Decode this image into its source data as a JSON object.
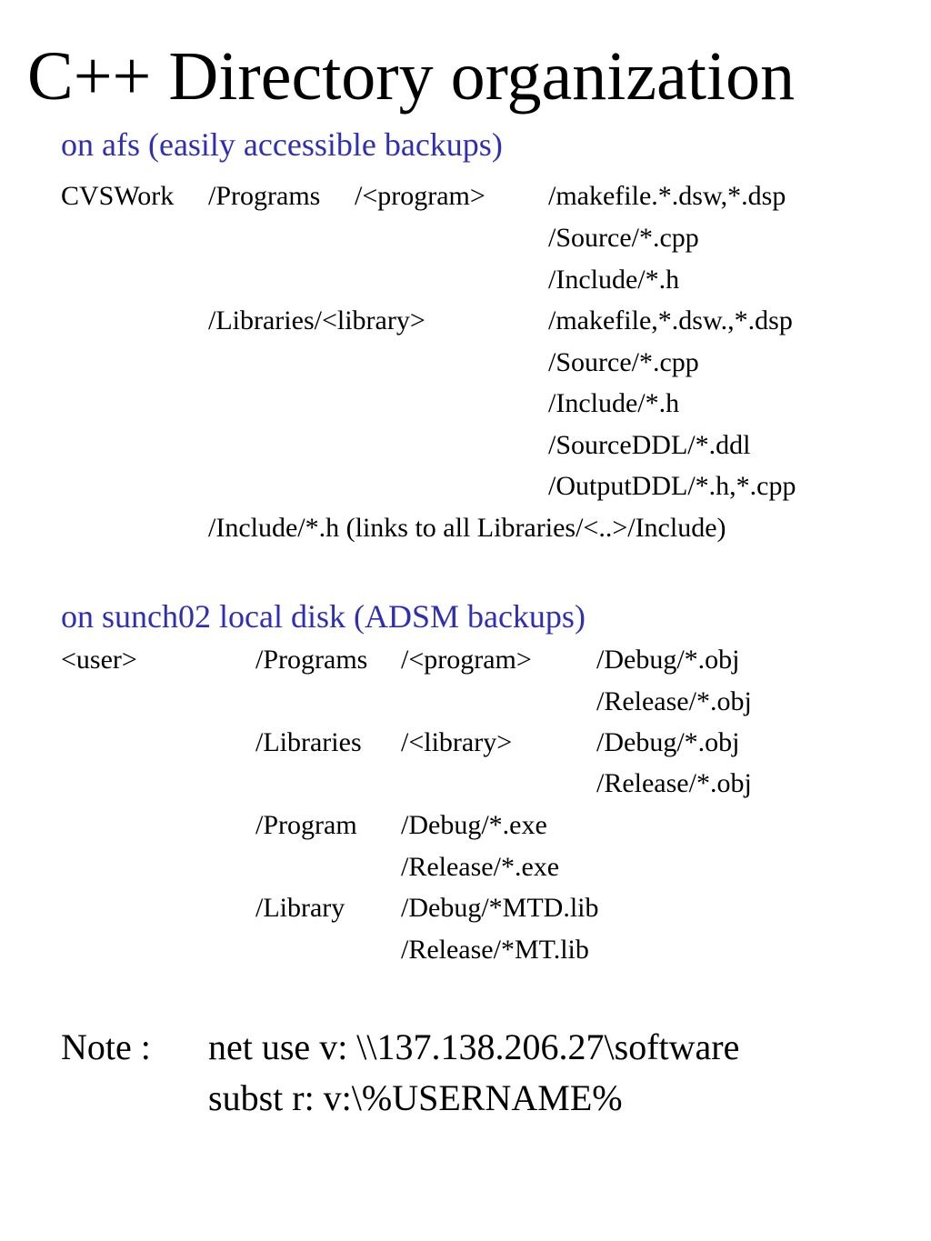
{
  "title": "C++ Directory organization",
  "accent_color": "#2f2fb5",
  "afs": {
    "heading": "on afs (easily accessible backups)",
    "root": "CVSWork",
    "programs": "/Programs",
    "program": "/<program>",
    "program_files": [
      "/makefile.*.dsw,*.dsp",
      "/Source/*.cpp",
      "/Include/*.h"
    ],
    "libraries": "/Libraries/<library>",
    "library_files": [
      "/makefile,*.dsw.,*.dsp",
      "/Source/*.cpp",
      "/Include/*.h",
      "/SourceDDL/*.ddl",
      "/OutputDDL/*.h,*.cpp"
    ],
    "include_line": "/Include/*.h (links to all Libraries/<..>/Include)"
  },
  "local": {
    "heading": "on sunch02 local disk (ADSM backups)",
    "user": "<user>",
    "programs": "/Programs",
    "program": "/<program>",
    "program_files": [
      "/Debug/*.obj",
      "/Release/*.obj"
    ],
    "libraries": "/Libraries",
    "library": "/<library>",
    "library_files": [
      "/Debug/*.obj",
      "/Release/*.obj"
    ],
    "program_dir": "/Program",
    "program_dir_files": [
      "/Debug/*.exe",
      "/Release/*.exe"
    ],
    "library_dir": "/Library",
    "library_dir_files": [
      "/Debug/*MTD.lib",
      "/Release/*MT.lib"
    ]
  },
  "note": {
    "label": "Note :",
    "line1": "net use v: \\\\137.138.206.27\\software",
    "line2": "subst r: v:\\%USERNAME%"
  }
}
